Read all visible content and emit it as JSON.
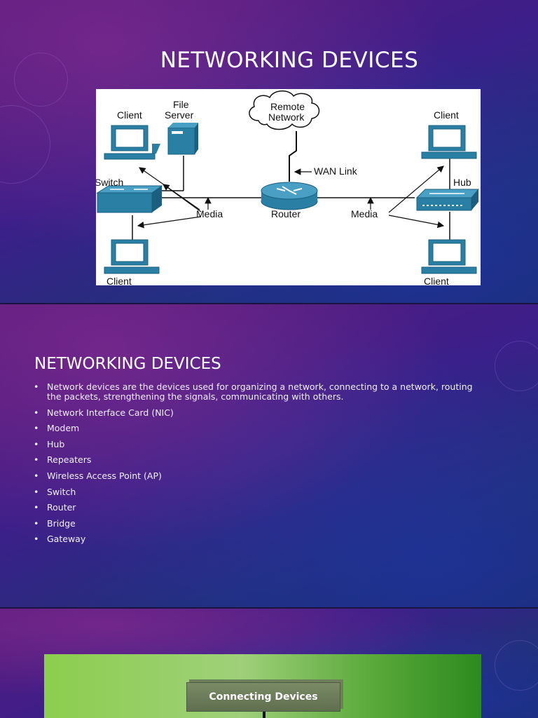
{
  "slide1": {
    "title": "NETWORKING DEVICES",
    "diagram": {
      "labels": {
        "client_top_left": "Client",
        "file_server_line1": "File",
        "file_server_line2": "Server",
        "remote_line1": "Remote",
        "remote_line2": "Network",
        "client_top_right": "Client",
        "wan_link": "WAN Link",
        "switch": "Switch",
        "hub": "Hub",
        "media_left": "Media",
        "router": "Router",
        "media_right": "Media",
        "client_bottom_left": "Client",
        "client_bottom_right": "Client"
      },
      "device_color": "#2a7fa5"
    }
  },
  "slide2": {
    "title": "NETWORKING DEVICES",
    "bullets": [
      "Network devices are the devices used for organizing a network, connecting to a network, routing the packets, strengthening the signals, communicating with others.",
      "Network Interface Card (NIC)",
      "Modem",
      "Hub",
      "Repeaters",
      "Wireless Access Point (AP)",
      "Switch",
      "Router",
      "Bridge",
      "Gateway"
    ]
  },
  "slide3": {
    "box_label": "Connecting Devices"
  }
}
